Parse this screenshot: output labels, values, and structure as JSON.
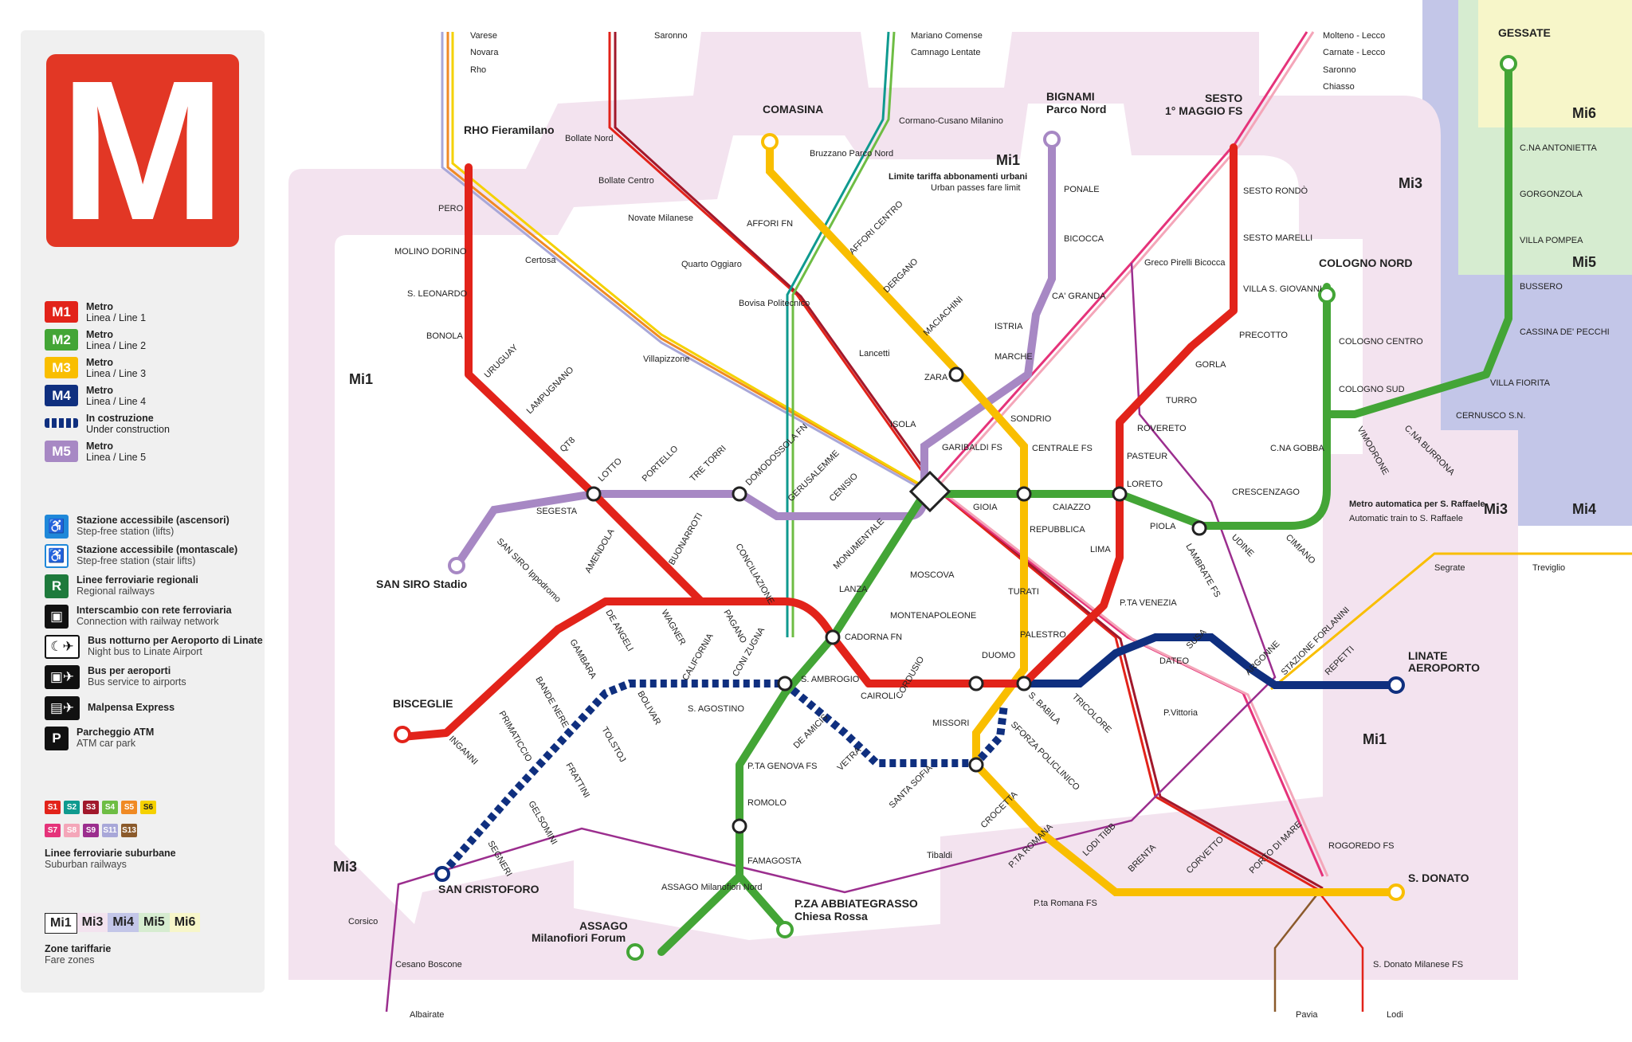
{
  "logo": {
    "letter": "M"
  },
  "legend": {
    "lines": [
      {
        "badge": "M1",
        "color": "#e2231a",
        "title": "Metro",
        "sub": "Linea / Line 1"
      },
      {
        "badge": "M2",
        "color": "#43a536",
        "title": "Metro",
        "sub": "Linea / Line 2"
      },
      {
        "badge": "M3",
        "color": "#f9be00",
        "title": "Metro",
        "sub": "Linea / Line 3"
      },
      {
        "badge": "M4",
        "color": "#0f2f7f",
        "title": "Metro",
        "sub": "Linea / Line 4"
      },
      {
        "badge": "",
        "color": "#0f2f7f",
        "title": "In costruzione",
        "sub": "Under construction"
      },
      {
        "badge": "M5",
        "color": "#a788c4",
        "title": "Metro",
        "sub": "Linea / Line 5"
      }
    ],
    "services": [
      {
        "icon": "wheelchair-icon",
        "color": "#1f88d9",
        "glyph": "♿",
        "title": "Stazione accessibile (ascensori)",
        "sub": "Step-free station (lifts)"
      },
      {
        "icon": "stairlift-icon",
        "color": "#1f88d9",
        "glyph": "♿",
        "title": "Stazione accessibile (montascale)",
        "sub": "Step-free station (stair lifts)"
      },
      {
        "icon": "regional-rail-icon",
        "color": "#1e7a3c",
        "glyph": "R",
        "title": "Linee ferroviarie regionali",
        "sub": "Regional railways"
      },
      {
        "icon": "train-icon",
        "color": "#111111",
        "glyph": "🚆",
        "title": "Interscambio con rete ferroviaria",
        "sub": "Connection with railway network"
      },
      {
        "icon": "night-bus-icon",
        "color": "#111111",
        "glyph": "✈",
        "title": "Bus notturno per Aeroporto di Linate",
        "sub": "Night bus to Linate Airport"
      },
      {
        "icon": "bus-airport-icon",
        "color": "#111111",
        "glyph": "✈",
        "title": "Bus per aeroporti",
        "sub": "Bus service to airports"
      },
      {
        "icon": "malpensa-express-icon",
        "color": "#111111",
        "glyph": "✈",
        "title": "Malpensa Express",
        "sub": ""
      },
      {
        "icon": "parking-icon",
        "color": "#111111",
        "glyph": "P",
        "title": "Parcheggio ATM",
        "sub": "ATM car park"
      }
    ],
    "suburban_row1": [
      {
        "label": "S1",
        "color": "#e2231a"
      },
      {
        "label": "S2",
        "color": "#0f9a8f"
      },
      {
        "label": "S3",
        "color": "#a1182b"
      },
      {
        "label": "S4",
        "color": "#6ebd44"
      },
      {
        "label": "S5",
        "color": "#f08a24"
      },
      {
        "label": "S6",
        "color": "#f5d100"
      }
    ],
    "suburban_row2": [
      {
        "label": "S7",
        "color": "#e5337a"
      },
      {
        "label": "S8",
        "color": "#f4a6b9"
      },
      {
        "label": "S9",
        "color": "#9b2e8e"
      },
      {
        "label": "S11",
        "color": "#a8a7d8"
      },
      {
        "label": "S13",
        "color": "#8b5a2b"
      }
    ],
    "suburban_title": "Linee ferroviarie suburbane",
    "suburban_sub": "Suburban railways",
    "zones": [
      {
        "label": "Mi1",
        "color": "#ffffff"
      },
      {
        "label": "Mi3",
        "color": "#f3e3ef"
      },
      {
        "label": "Mi4",
        "color": "#c3c6e8"
      },
      {
        "label": "Mi5",
        "color": "#d6ecd0"
      },
      {
        "label": "Mi6",
        "color": "#f7f6c9"
      }
    ],
    "zones_title": "Zone tariffarie",
    "zones_sub": "Fare zones"
  },
  "map": {
    "zone_labels": [
      {
        "text": "Mi1"
      },
      {
        "text": "Mi1"
      },
      {
        "text": "Mi1"
      },
      {
        "text": "Mi3"
      },
      {
        "text": "Mi3"
      },
      {
        "text": "Mi3"
      },
      {
        "text": "Mi4"
      },
      {
        "text": "Mi5"
      },
      {
        "text": "Mi6"
      }
    ],
    "zone_notes": [
      {
        "title": "Limite tariffa abbonamenti urbani",
        "sub": "Urban passes fare limit"
      }
    ],
    "terminals": [
      {
        "name": "RHO Fieramilano"
      },
      {
        "name": "COMASINA"
      },
      {
        "name": "BIGNAMI"
      },
      {
        "name": "Parco Nord"
      },
      {
        "name": "SESTO"
      },
      {
        "name": "1° MAGGIO FS"
      },
      {
        "name": "GESSATE"
      },
      {
        "name": "COLOGNO NORD"
      },
      {
        "name": "SAN SIRO Stadio"
      },
      {
        "name": "BISCEGLIE"
      },
      {
        "name": "SAN CRISTOFORO"
      },
      {
        "name": "ASSAGO"
      },
      {
        "name": "Milanofiori Forum"
      },
      {
        "name": "P.ZA ABBIATEGRASSO"
      },
      {
        "name": "Chiesa Rossa"
      },
      {
        "name": "S. DONATO"
      },
      {
        "name": "LINATE"
      },
      {
        "name": "AEROPORTO"
      }
    ],
    "stations": [
      "PERO",
      "MOLINO DORINO",
      "S. LEONARDO",
      "BONOLA",
      "URUGUAY",
      "LAMPUGNANO",
      "QT8",
      "LOTTO",
      "PORTELLO",
      "TRE TORRI",
      "DOMODOSSOLA FN",
      "GERUSALEMME",
      "CENISIO",
      "MONUMENTALE",
      "GARIBALDI FS",
      "ISOLA",
      "ZARA",
      "MARCHE",
      "ISTRIA",
      "CA' GRANDA",
      "BICOCCA",
      "PONALE",
      "SEGESTA",
      "SAN SIRO Ippodromo",
      "AMENDOLA",
      "BUONARROTI",
      "CONCILIAZIONE",
      "PAGANO",
      "WAGNER",
      "DE ANGELI",
      "GAMBARA",
      "BANDE NERE",
      "PRIMATICCIO",
      "INGANNI",
      "CADORNA FN",
      "LANZA",
      "MOSCOVA",
      "CAIROLI",
      "CORDUSIO",
      "DUOMO",
      "S. BABILA",
      "PALESTRO",
      "TURATI",
      "MONTENAPOLEONE",
      "REPUBBLICA",
      "CENTRALE FS",
      "SONDRIO",
      "GIOIA",
      "CAIAZZO",
      "LORETO",
      "LIMA",
      "P.TA VENEZIA",
      "PASTEUR",
      "ROVERETO",
      "TURRO",
      "GORLA",
      "PRECOTTO",
      "VILLA S. GIOVANNI",
      "SESTO MARELLI",
      "SESTO RONDÒ",
      "PIOLA",
      "LAMBRATE FS",
      "UDINE",
      "CIMIANO",
      "CRESCENZAGO",
      "C.NA GOBBA",
      "VIMODRONE",
      "C.NA BURRONA",
      "CERNUSCO S.N.",
      "VILLA FIORITA",
      "CASSINA DE' PECCHI",
      "BUSSERO",
      "VILLA POMPEA",
      "GORGONZOLA",
      "C.NA ANTONIETTA",
      "COLOGNO CENTRO",
      "COLOGNO SUD",
      "AFFORI FN",
      "AFFORI CENTRO",
      "DERGANO",
      "MACIACHINI",
      "S. AMBROGIO",
      "S. AGOSTINO",
      "P.TA GENOVA FS",
      "ROMOLO",
      "FAMAGOSTA",
      "ASSAGO Milanofiori Nord",
      "MISSORI",
      "CROCETTA",
      "P.TA ROMANA",
      "LODI TIBB",
      "BRENTA",
      "CORVETTO",
      "PORTO DI MARE",
      "ROGOREDO FS",
      "TRICOLORE",
      "SFORZA POLICLINICO",
      "DE AMICIS",
      "VETRA",
      "SANTA SOFIA",
      "TOLSTOJ",
      "BOLIVAR",
      "FRATTINI",
      "GELSOMINI",
      "SEGNERI",
      "CALIFORNIA",
      "CONI ZUGNA",
      "DATEO",
      "SUSA",
      "ARGONNE",
      "STAZIONE FORLANINI",
      "REPETTI",
      "P.Vittoria"
    ],
    "rail_labels": [
      "Varese",
      "Novara",
      "Rho",
      "Saronno",
      "Mariano Comense",
      "Camnago Lentate",
      "Molteno - Lecco",
      "Carnate - Lecco",
      "Saronno",
      "Chiasso",
      "Bollate Nord",
      "Bollate Centro",
      "Novate Milanese",
      "Quarto Oggiaro",
      "Bovisa Politecnico",
      "Certosa",
      "Villapizzone",
      "Lancetti",
      "Cormano-Cusano Milanino",
      "Bruzzano Parco Nord",
      "Greco Pirelli Bicocca",
      "Segrate",
      "Treviglio",
      "Tibaldi",
      "P.ta Romana FS",
      "Corsico",
      "Cesano Boscone",
      "Albairate",
      "Pavia",
      "Lodi",
      "S. Donato Milanese FS",
      "Metro automatica per S. Raffaele",
      "Automatic train to S. Raffaele"
    ]
  }
}
